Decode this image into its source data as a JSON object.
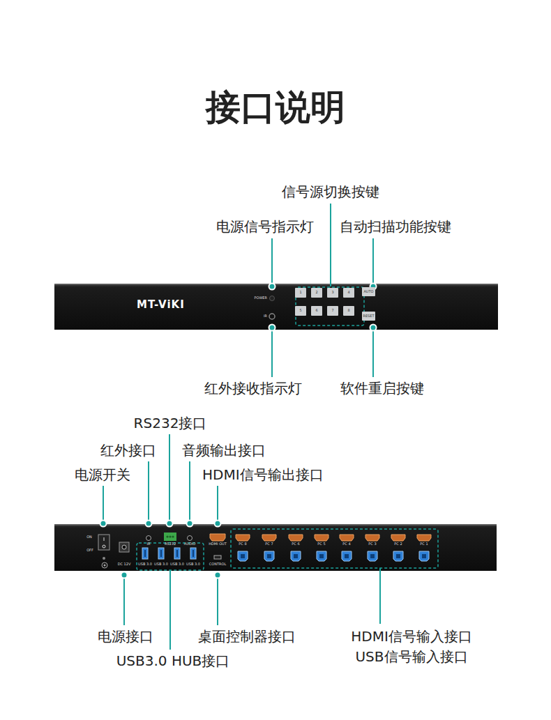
{
  "diagram": {
    "title": "接口说明",
    "nodes": [
      {
        "text": [
          "MT-ViKI",
          "POWER",
          "IR"
        ]
      },
      {
        "text": [
          "1"
        ],
        "in": 0
      },
      {
        "text": [
          "2"
        ],
        "in": 0
      },
      {
        "text": [
          "3"
        ],
        "in": 0
      },
      {
        "text": [
          "4"
        ],
        "in": 0
      },
      {
        "text": [
          "5"
        ],
        "in": 0
      },
      {
        "text": [
          "6"
        ],
        "in": 0
      },
      {
        "text": [
          "7"
        ],
        "in": 0
      },
      {
        "text": [
          "8"
        ],
        "in": 0
      },
      {
        "text": [
          "AUTO"
        ],
        "in": 0
      },
      {
        "text": [
          "RESET"
        ],
        "in": 0
      },
      {
        "text": [
          "ON",
          "OFF",
          "DC 12V",
          "IR",
          "RS232",
          "AUDIO",
          "HDMI OUT",
          "CONTROL",
          "USB 3.0",
          "USB 3.0",
          "USB 3.0",
          "USB 3.0",
          "PC 8",
          "PC 7",
          "PC 6",
          "PC 5",
          "PC 4",
          "PC 3",
          "PC 2",
          "PC 1"
        ]
      }
    ],
    "labels": [
      "信号源切换按键",
      "电源信号指示灯",
      "自动扫描功能按键",
      "红外接收指示灯",
      "软件重启按键",
      "RS232接口",
      "红外接口",
      "音频输出接口",
      "电源开关",
      "HDMI信号输出接口",
      "电源接口",
      "桌面控制器接口",
      "USB3.0 HUB接口",
      "HDMI信号输入接口",
      "USB信号输入接口"
    ]
  }
}
